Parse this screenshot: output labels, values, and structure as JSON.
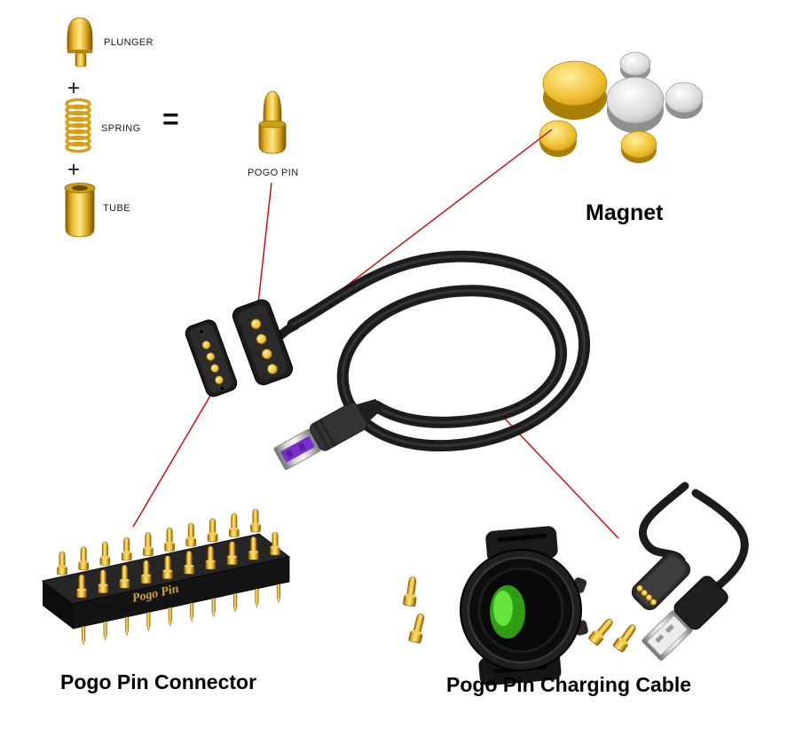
{
  "legend": {
    "plunger_label": "PLUNGER",
    "plus_1": "+",
    "spring_label": "SPRING",
    "equals": "=",
    "plus_2": "+",
    "tube_label": "TUBE",
    "pogo_pin_label": "POGO PIN"
  },
  "callouts": {
    "magnet_label": "Magnet",
    "connector_label": "Pogo Pin Connector",
    "charging_cable_label": "Pogo Pin Charging Cable",
    "connector_engraving": "Pogo Pin"
  },
  "colors": {
    "gold": "#E3B31F",
    "gold_dark": "#8A5F00",
    "silver": "#C9C9C9",
    "cable_black": "#1F1F1F",
    "callout_red": "#D40000",
    "usb_purple": "#7A2FD0",
    "watch_green": "#63E53C"
  }
}
